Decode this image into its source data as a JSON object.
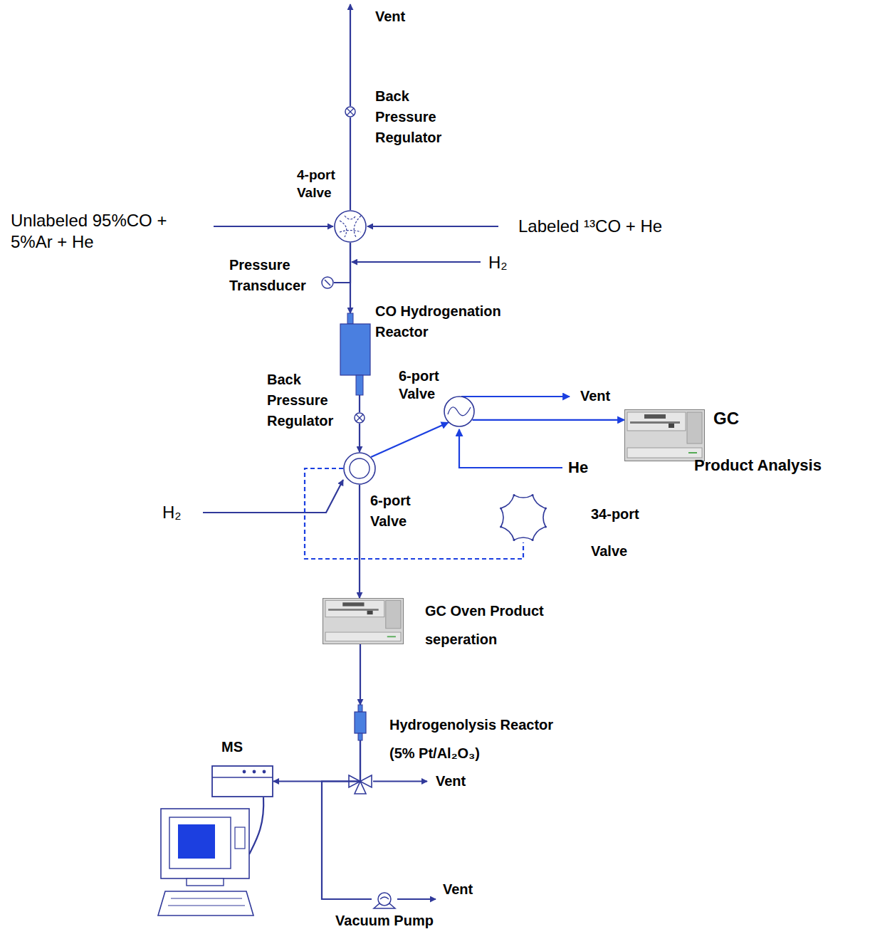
{
  "diagram": {
    "nodes": [
      {
        "text": [
          "Back Pressure Regulator"
        ]
      },
      {
        "text": [
          "4-port Valve"
        ]
      },
      {
        "text": [
          "Pressure Transducer"
        ]
      },
      {
        "text": [
          "CO Hydrogenation Reactor"
        ]
      },
      {
        "text": [
          "Back Pressure Regulator"
        ]
      },
      {
        "text": [
          "6-port Valve"
        ]
      },
      {
        "text": [
          "6-port Valve"
        ]
      },
      {
        "text": [
          "GC",
          "Product Analysis"
        ]
      },
      {
        "text": [
          "34-port Valve"
        ]
      },
      {
        "text": [
          "GC Oven Product seperation"
        ]
      },
      {
        "text": [
          "Hydrogenolysis Reactor (5% Pt/Al₂O₃)"
        ]
      },
      {
        "text": [
          "MS"
        ]
      },
      {
        "text": [
          "Vacuum Pump"
        ]
      }
    ],
    "edges": [
      {
        "from": 1,
        "to": 0,
        "arrow": "none"
      },
      {
        "from": 1,
        "to": 3,
        "arrow": "to"
      },
      {
        "from": 1,
        "to": 2,
        "arrow": "none"
      },
      {
        "from": 3,
        "to": 4,
        "arrow": "none"
      },
      {
        "from": 4,
        "to": 5,
        "arrow": "to"
      },
      {
        "from": 5,
        "to": 6,
        "arrow": "to"
      },
      {
        "from": 6,
        "to": 7,
        "arrow": "to"
      },
      {
        "from": 5,
        "to": 8,
        "arrow": "none"
      },
      {
        "from": 5,
        "to": 9,
        "arrow": "to"
      },
      {
        "from": 9,
        "to": 10,
        "arrow": "to"
      },
      {
        "from": 10,
        "to": 11,
        "arrow": "to"
      },
      {
        "from": 10,
        "to": 12,
        "arrow": "none"
      }
    ],
    "labels": [
      "Vent",
      "Unlabeled 95%CO + 5%Ar + He",
      "Labeled ¹³CO + He",
      "H₂",
      "Vent",
      "He",
      "H₂",
      "Vent",
      "Vent"
    ]
  }
}
